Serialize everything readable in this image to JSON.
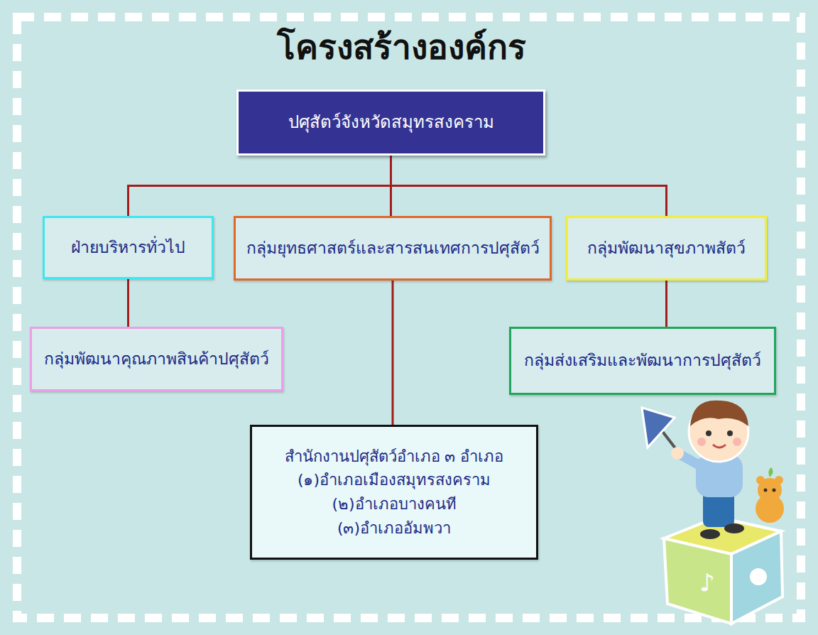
{
  "diagram": {
    "title": "โครงสร้างองค์กร",
    "nodes": [
      {
        "text": [
          "ปศุสัตว์จังหวัดสมุทรสงคราม"
        ]
      },
      {
        "text": [
          "ฝ่ายบริหารทั่วไป"
        ]
      },
      {
        "text": [
          "กลุ่มยุทธศาสตร์และสารสนเทศการปศุสัตว์"
        ]
      },
      {
        "text": [
          "กลุ่มพัฒนาสุขภาพสัตว์"
        ]
      },
      {
        "text": [
          "กลุ่มพัฒนาคุณภาพสินค้าปศุสัตว์"
        ]
      },
      {
        "text": [
          "กลุ่มส่งเสริมและพัฒนาการปศุสัตว์"
        ]
      },
      {
        "text": [
          "สำนักงานปศุสัตว์อำเภอ ๓ อำเภอ",
          "(๑)อำเภอเมืองสมุทรสงคราม",
          "(๒)อำเภอบางคนที",
          "(๓)อำเภออัมพวา"
        ]
      }
    ],
    "edges": [
      {
        "from": 0,
        "to": 1,
        "arrow": "none"
      },
      {
        "from": 0,
        "to": 2,
        "arrow": "none"
      },
      {
        "from": 0,
        "to": 3,
        "arrow": "none"
      },
      {
        "from": 1,
        "to": 4,
        "arrow": "none"
      },
      {
        "from": 2,
        "to": 6,
        "arrow": "none"
      },
      {
        "from": 3,
        "to": 5,
        "arrow": "none"
      }
    ]
  }
}
